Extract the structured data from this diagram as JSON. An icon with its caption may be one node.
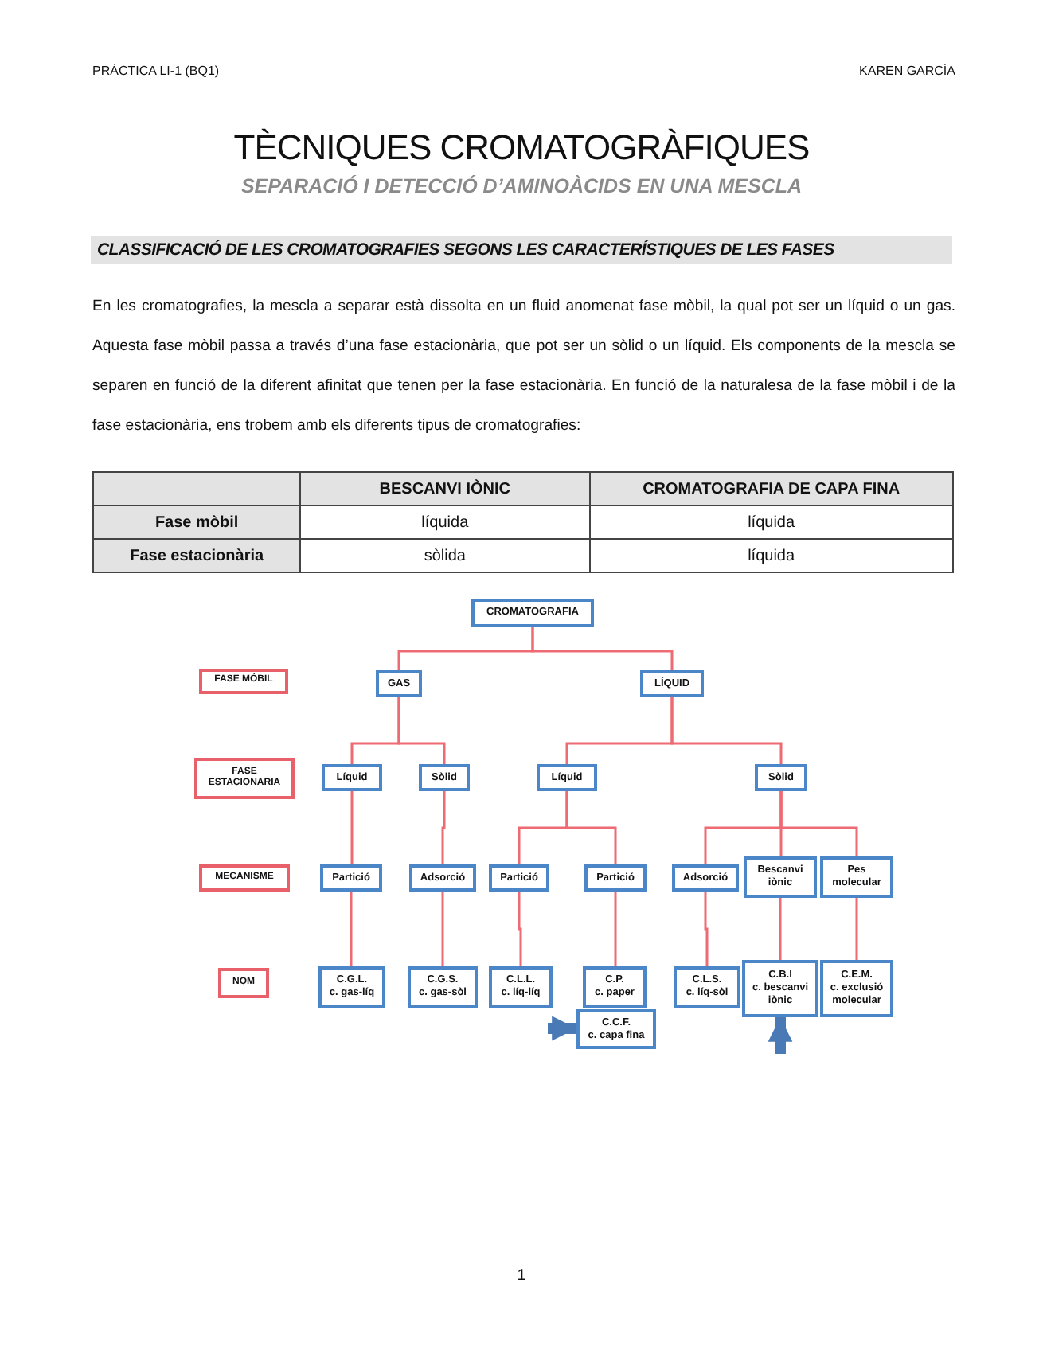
{
  "diagram": {
    "title": "TÈCNIQUES CROMATOGRÀFIQUES",
    "nodes": [
      {
        "text": [
          "CROMATOGRAFIA"
        ]
      },
      {
        "text": [
          "FASE MÒBIL"
        ]
      },
      {
        "text": [
          "GAS"
        ]
      },
      {
        "text": [
          "LÍQUID"
        ]
      },
      {
        "text": [
          "FASE ESTACIONARIA"
        ]
      },
      {
        "text": [
          "Líquid"
        ]
      },
      {
        "text": [
          "Sòlid"
        ]
      },
      {
        "text": [
          "Líquid"
        ]
      },
      {
        "text": [
          "Sòlid"
        ]
      },
      {
        "text": [
          "MECANISME"
        ]
      },
      {
        "text": [
          "Partició"
        ]
      },
      {
        "text": [
          "Adsorció"
        ]
      },
      {
        "text": [
          "Partició"
        ]
      },
      {
        "text": [
          "Partició"
        ]
      },
      {
        "text": [
          "Adsorció"
        ]
      },
      {
        "text": [
          "Bescanvi iònic"
        ]
      },
      {
        "text": [
          "Pes molecular"
        ]
      },
      {
        "text": [
          "NOM"
        ]
      },
      {
        "text": [
          "C.G.L.",
          "c. gas-líq"
        ]
      },
      {
        "text": [
          "C.G.S.",
          "c. gas-sòl"
        ]
      },
      {
        "text": [
          "C.L.L.",
          "c. líq-líq"
        ]
      },
      {
        "text": [
          "C.P.",
          "c. paper"
        ]
      },
      {
        "text": [
          "C.C.F.",
          "c. capa fina"
        ]
      },
      {
        "text": [
          "C.L.S.",
          "c. líq-sòl"
        ]
      },
      {
        "text": [
          "C.B.I",
          "c. bescanvi iònic"
        ]
      },
      {
        "text": [
          "C.E.M.",
          "c. exclusió molecular"
        ]
      }
    ],
    "edges": [
      {
        "from": 0,
        "to": 2,
        "arrow": "none"
      },
      {
        "from": 0,
        "to": 3,
        "arrow": "none"
      },
      {
        "from": 2,
        "to": 5,
        "arrow": "none"
      },
      {
        "from": 2,
        "to": 6,
        "arrow": "none"
      },
      {
        "from": 3,
        "to": 7,
        "arrow": "none"
      },
      {
        "from": 3,
        "to": 8,
        "arrow": "none"
      },
      {
        "from": 5,
        "to": 10,
        "arrow": "none"
      },
      {
        "from": 6,
        "to": 11,
        "arrow": "none"
      },
      {
        "from": 7,
        "to": 12,
        "arrow": "none"
      },
      {
        "from": 7,
        "to": 13,
        "arrow": "none"
      },
      {
        "from": 8,
        "to": 14,
        "arrow": "none"
      },
      {
        "from": 8,
        "to": 15,
        "arrow": "none"
      },
      {
        "from": 8,
        "to": 16,
        "arrow": "none"
      },
      {
        "from": 10,
        "to": 18,
        "arrow": "none"
      },
      {
        "from": 11,
        "to": 19,
        "arrow": "none"
      },
      {
        "from": 12,
        "to": 20,
        "arrow": "none"
      },
      {
        "from": 13,
        "to": 21,
        "arrow": "none"
      },
      {
        "from": 14,
        "to": 23,
        "arrow": "none"
      },
      {
        "from": 15,
        "to": 24,
        "arrow": "none"
      },
      {
        "from": 16,
        "to": 25,
        "arrow": "none"
      },
      {
        "from": null,
        "to": 22,
        "arrow": "to",
        "style": "thick",
        "color": "#4a7ab5"
      },
      {
        "from": null,
        "to": 24,
        "arrow": "to",
        "style": "thick",
        "color": "#4a7ab5"
      }
    ],
    "labels": [
      "PRÀCTICA LI-1 (BQ1)",
      "KAREN GARCÍA",
      "SEPARACIÓ I DETECCIÓ D’AMINOÀCIDS EN UNA MESCLA",
      "CLASSIFICACIÓ DE LES CROMATOGRAFIES SEGONS LES CARACTERÍSTIQUES DE LES FASES",
      "En les cromatografies, la mescla a separar està dissolta en un fluid anomenat fase mòbil, la qual pot ser un líquid o un gas. Aquesta fase mòbil passa a través d’una fase estacionària, que pot ser un sòlid o un líquid. Els components de la mescla se separen en funció de la diferent afinitat que tenen per la fase estacionària. En funció de la naturalesa de la fase mòbil i de la fase estacionària, ens trobem amb els diferents tipus de cromatografies:",
      "BESCANVI IÒNIC",
      "CROMATOGRAFIA DE CAPA FINA",
      "Fase mòbil",
      "líquida",
      "líquida",
      "Fase estacionària",
      "sòlida",
      "líquida",
      "1"
    ]
  }
}
